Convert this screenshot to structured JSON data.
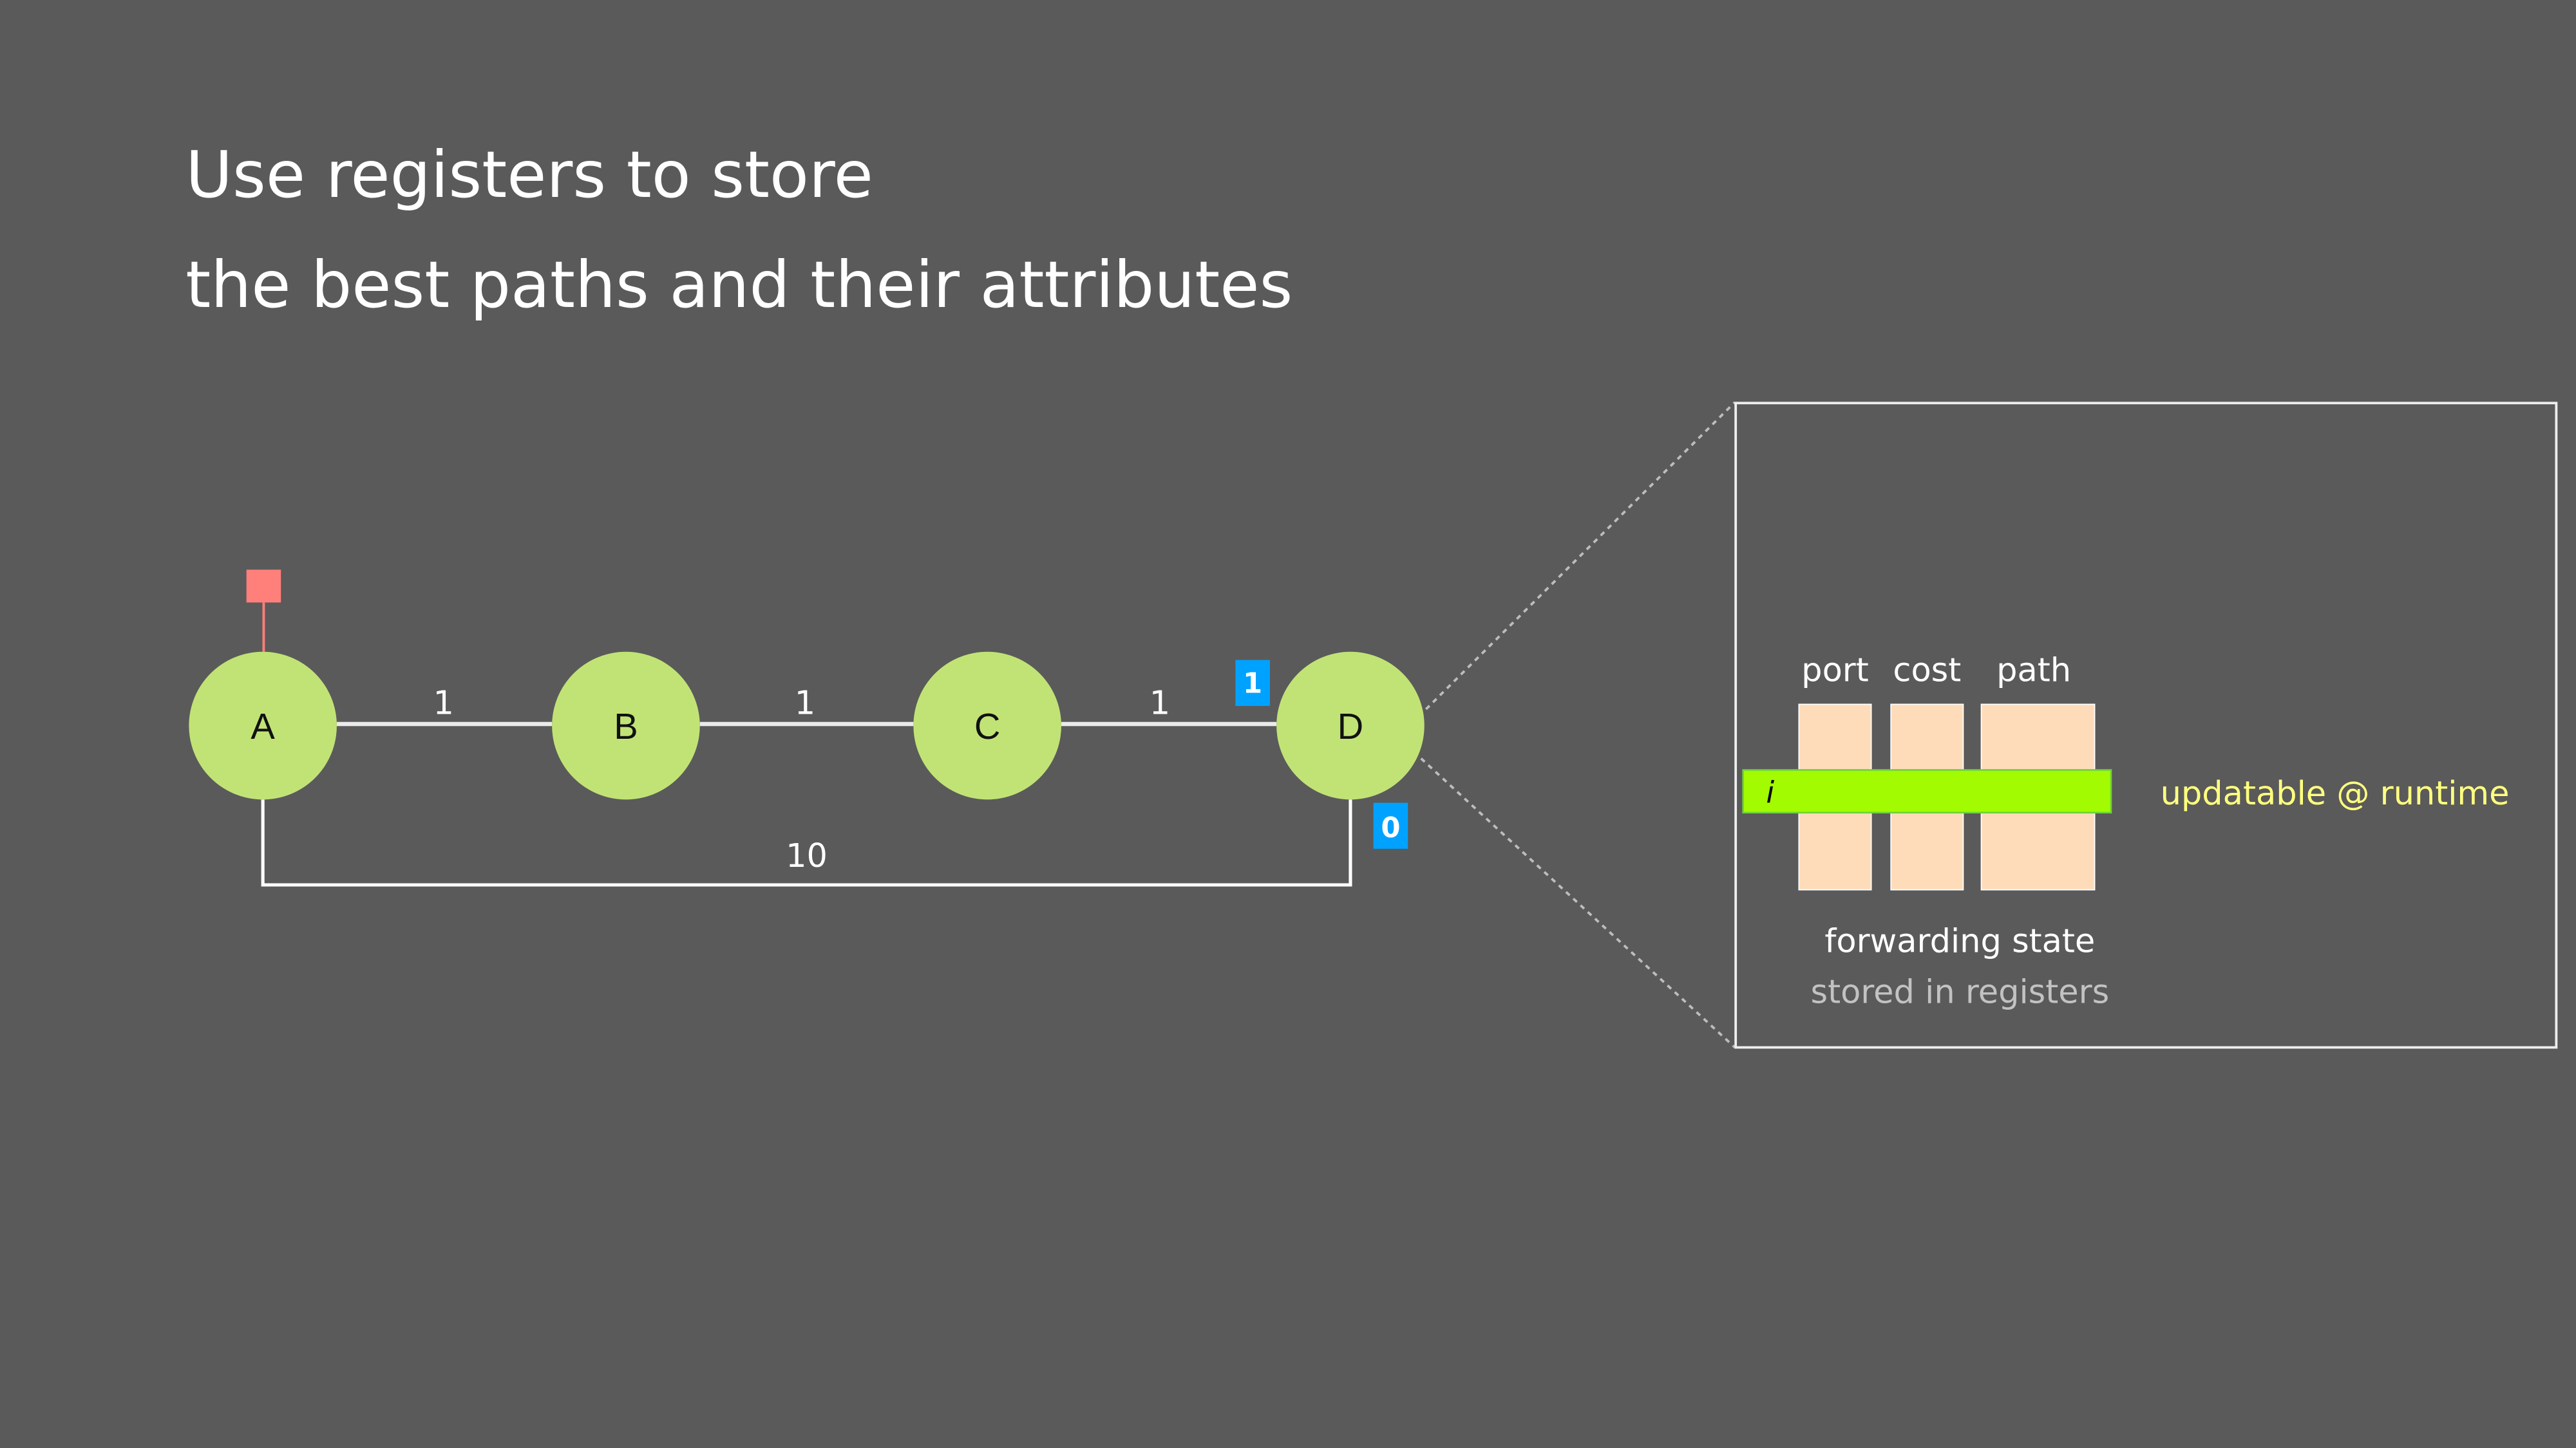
{
  "title": {
    "line1": "Use registers to store",
    "line2": "the best paths and their attributes"
  },
  "graph": {
    "nodes": [
      {
        "label": "A"
      },
      {
        "label": "B"
      },
      {
        "label": "C"
      },
      {
        "label": "D"
      }
    ],
    "edges": [
      {
        "from": "A",
        "to": "B",
        "weight": "1"
      },
      {
        "from": "B",
        "to": "C",
        "weight": "1"
      },
      {
        "from": "C",
        "to": "D",
        "weight": "1"
      },
      {
        "from": "A",
        "to": "D",
        "weight": "10"
      }
    ],
    "port_badges": [
      {
        "label": "1"
      },
      {
        "label": "0"
      }
    ]
  },
  "registers": {
    "columns": [
      "port",
      "cost",
      "path"
    ],
    "index_label": "i",
    "annotation": "updatable @ runtime",
    "caption": "forwarding state",
    "subcaption": "stored in registers"
  },
  "colors": {
    "background": "#5a5a5a",
    "node": "#c1e376",
    "source": "#ff7f7b",
    "badge": "#00a2ff",
    "register": "#fedcba",
    "highlight": "#a2fb00",
    "annotation": "#ffff80"
  }
}
